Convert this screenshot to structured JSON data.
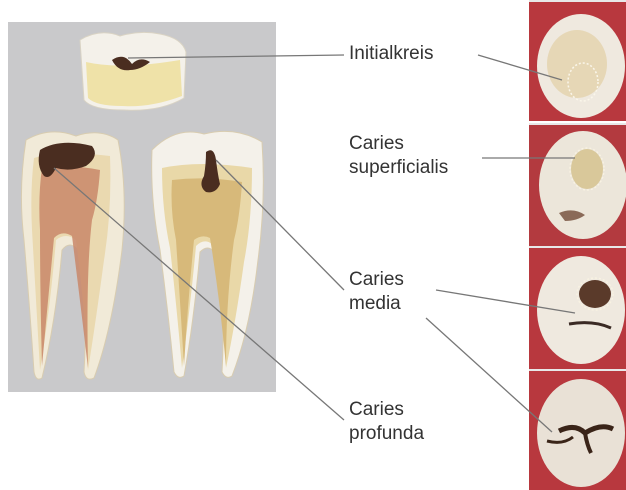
{
  "labels": {
    "initialkreis": "Initialkreis",
    "caries_superficialis": "Caries\nsuperficialis",
    "caries_media": "Caries\nmedia",
    "caries_profunda": "Caries\nprofunda"
  },
  "colors": {
    "panel_background": "#c9c9cb",
    "leader_line": "#777777",
    "label_text": "#333333",
    "gum": "#b8383e",
    "enamel": "#f4f1ea",
    "dentin": "#e9d8a8",
    "pulp": "#c9876a",
    "decay": "#4a2d20"
  }
}
